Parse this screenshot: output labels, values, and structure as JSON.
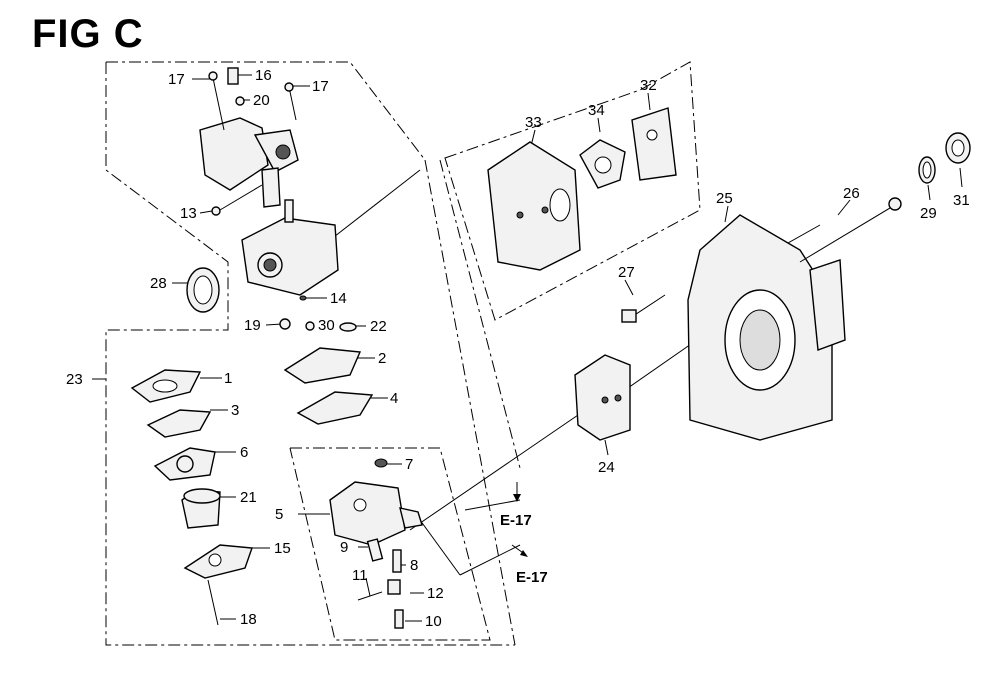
{
  "figure": {
    "title": "FIG C",
    "parts": [
      {
        "id": "p1",
        "number": "1"
      },
      {
        "id": "p2",
        "number": "2"
      },
      {
        "id": "p3",
        "number": "3"
      },
      {
        "id": "p4",
        "number": "4"
      },
      {
        "id": "p5",
        "number": "5"
      },
      {
        "id": "p6",
        "number": "6"
      },
      {
        "id": "p7",
        "number": "7"
      },
      {
        "id": "p8",
        "number": "8"
      },
      {
        "id": "p9",
        "number": "9"
      },
      {
        "id": "p10",
        "number": "10"
      },
      {
        "id": "p11",
        "number": "11"
      },
      {
        "id": "p12",
        "number": "12"
      },
      {
        "id": "p13",
        "number": "13"
      },
      {
        "id": "p14",
        "number": "14"
      },
      {
        "id": "p15",
        "number": "15"
      },
      {
        "id": "p16",
        "number": "16"
      },
      {
        "id": "p17a",
        "number": "17"
      },
      {
        "id": "p17b",
        "number": "17"
      },
      {
        "id": "p18",
        "number": "18"
      },
      {
        "id": "p19",
        "number": "19"
      },
      {
        "id": "p20",
        "number": "20"
      },
      {
        "id": "p21",
        "number": "21"
      },
      {
        "id": "p22",
        "number": "22"
      },
      {
        "id": "p23",
        "number": "23"
      },
      {
        "id": "p24",
        "number": "24"
      },
      {
        "id": "p25",
        "number": "25"
      },
      {
        "id": "p26",
        "number": "26"
      },
      {
        "id": "p27",
        "number": "27"
      },
      {
        "id": "p28",
        "number": "28"
      },
      {
        "id": "p29",
        "number": "29"
      },
      {
        "id": "p30",
        "number": "30"
      },
      {
        "id": "p31",
        "number": "31"
      },
      {
        "id": "p32",
        "number": "32"
      },
      {
        "id": "p33",
        "number": "33"
      },
      {
        "id": "p34",
        "number": "34"
      }
    ],
    "references": [
      {
        "id": "ref1",
        "text": "E-17"
      },
      {
        "id": "ref2",
        "text": "E-17"
      }
    ]
  }
}
